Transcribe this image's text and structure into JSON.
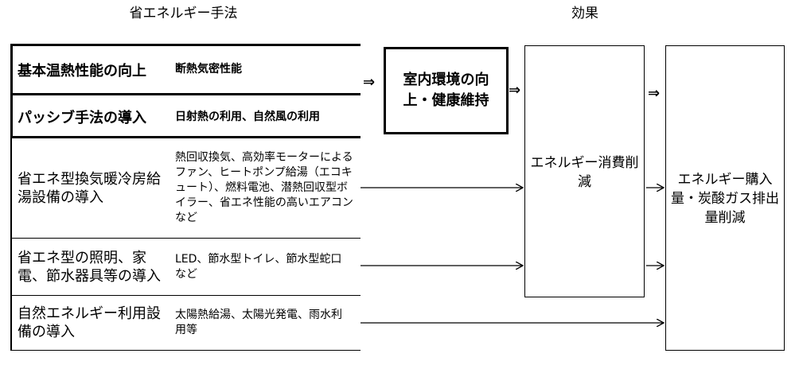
{
  "headers": {
    "methods": "省エネルギー手法",
    "effects": "効果"
  },
  "rows": [
    {
      "method": "基本温熱性能の向上",
      "detail": "断熱気密性能"
    },
    {
      "method": "パッシブ手法の導入",
      "detail": "日射熱の利用、自然風の利用"
    },
    {
      "method": "省エネ型換気暖冷房給湯設備の導入",
      "detail": "熱回収換気、高効率モーターによるファン、ヒートポンプ給湯（エコキュート）、燃料電池、潜熱回収型ボイラー、省エネ性能の高いエアコンなど"
    },
    {
      "method": "省エネ型の照明、家電、節水器具等の導入",
      "detail": "LED、節水型トイレ、節水型蛇口など"
    },
    {
      "method": "自然エネルギー利用設備の導入",
      "detail": "太陽熱給湯、太陽光発電、雨水利用等"
    }
  ],
  "boxes": {
    "indoor": "室内環境の向上・健康維持",
    "energy_saving": "エネルギー消費削減",
    "final": "エネルギー購入量・炭酸ガス排出量削減"
  },
  "arrow_glyph": "⇒"
}
